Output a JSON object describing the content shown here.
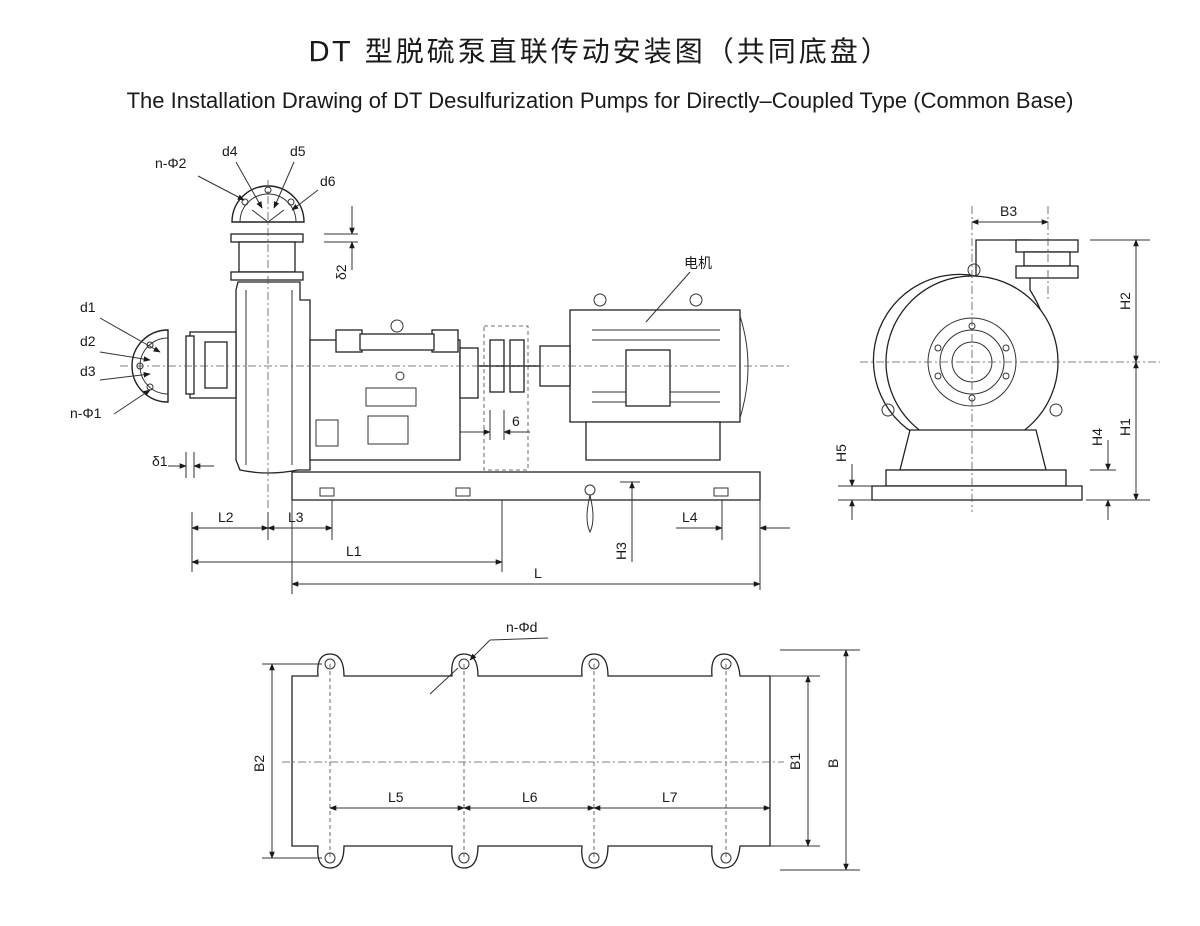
{
  "title": {
    "cn": "DT 型脱硫泵直联传动安装图（共同底盘）",
    "en": "The Installation Drawing of DT Desulfurization Pumps for Directly–Coupled Type (Common Base)"
  },
  "side_view": {
    "labels": {
      "n_phi2": "n-Φ2",
      "d4": "d4",
      "d5": "d5",
      "d6": "d6",
      "delta2": "δ2",
      "motor": "电机",
      "d1": "d1",
      "d2": "d2",
      "d3": "d3",
      "n_phi1": "n-Φ1",
      "delta1": "δ1",
      "six": "6",
      "L2": "L2",
      "L3": "L3",
      "L4": "L4",
      "H3": "H3",
      "L1": "L1",
      "L": "L"
    }
  },
  "end_view": {
    "labels": {
      "B3": "B3",
      "H2": "H2",
      "H1": "H1",
      "H4": "H4",
      "H5": "H5"
    }
  },
  "base_plan": {
    "labels": {
      "n_phid": "n-Φd",
      "B2": "B2",
      "B1": "B1",
      "B": "B",
      "L5": "L5",
      "L6": "L6",
      "L7": "L7"
    }
  }
}
